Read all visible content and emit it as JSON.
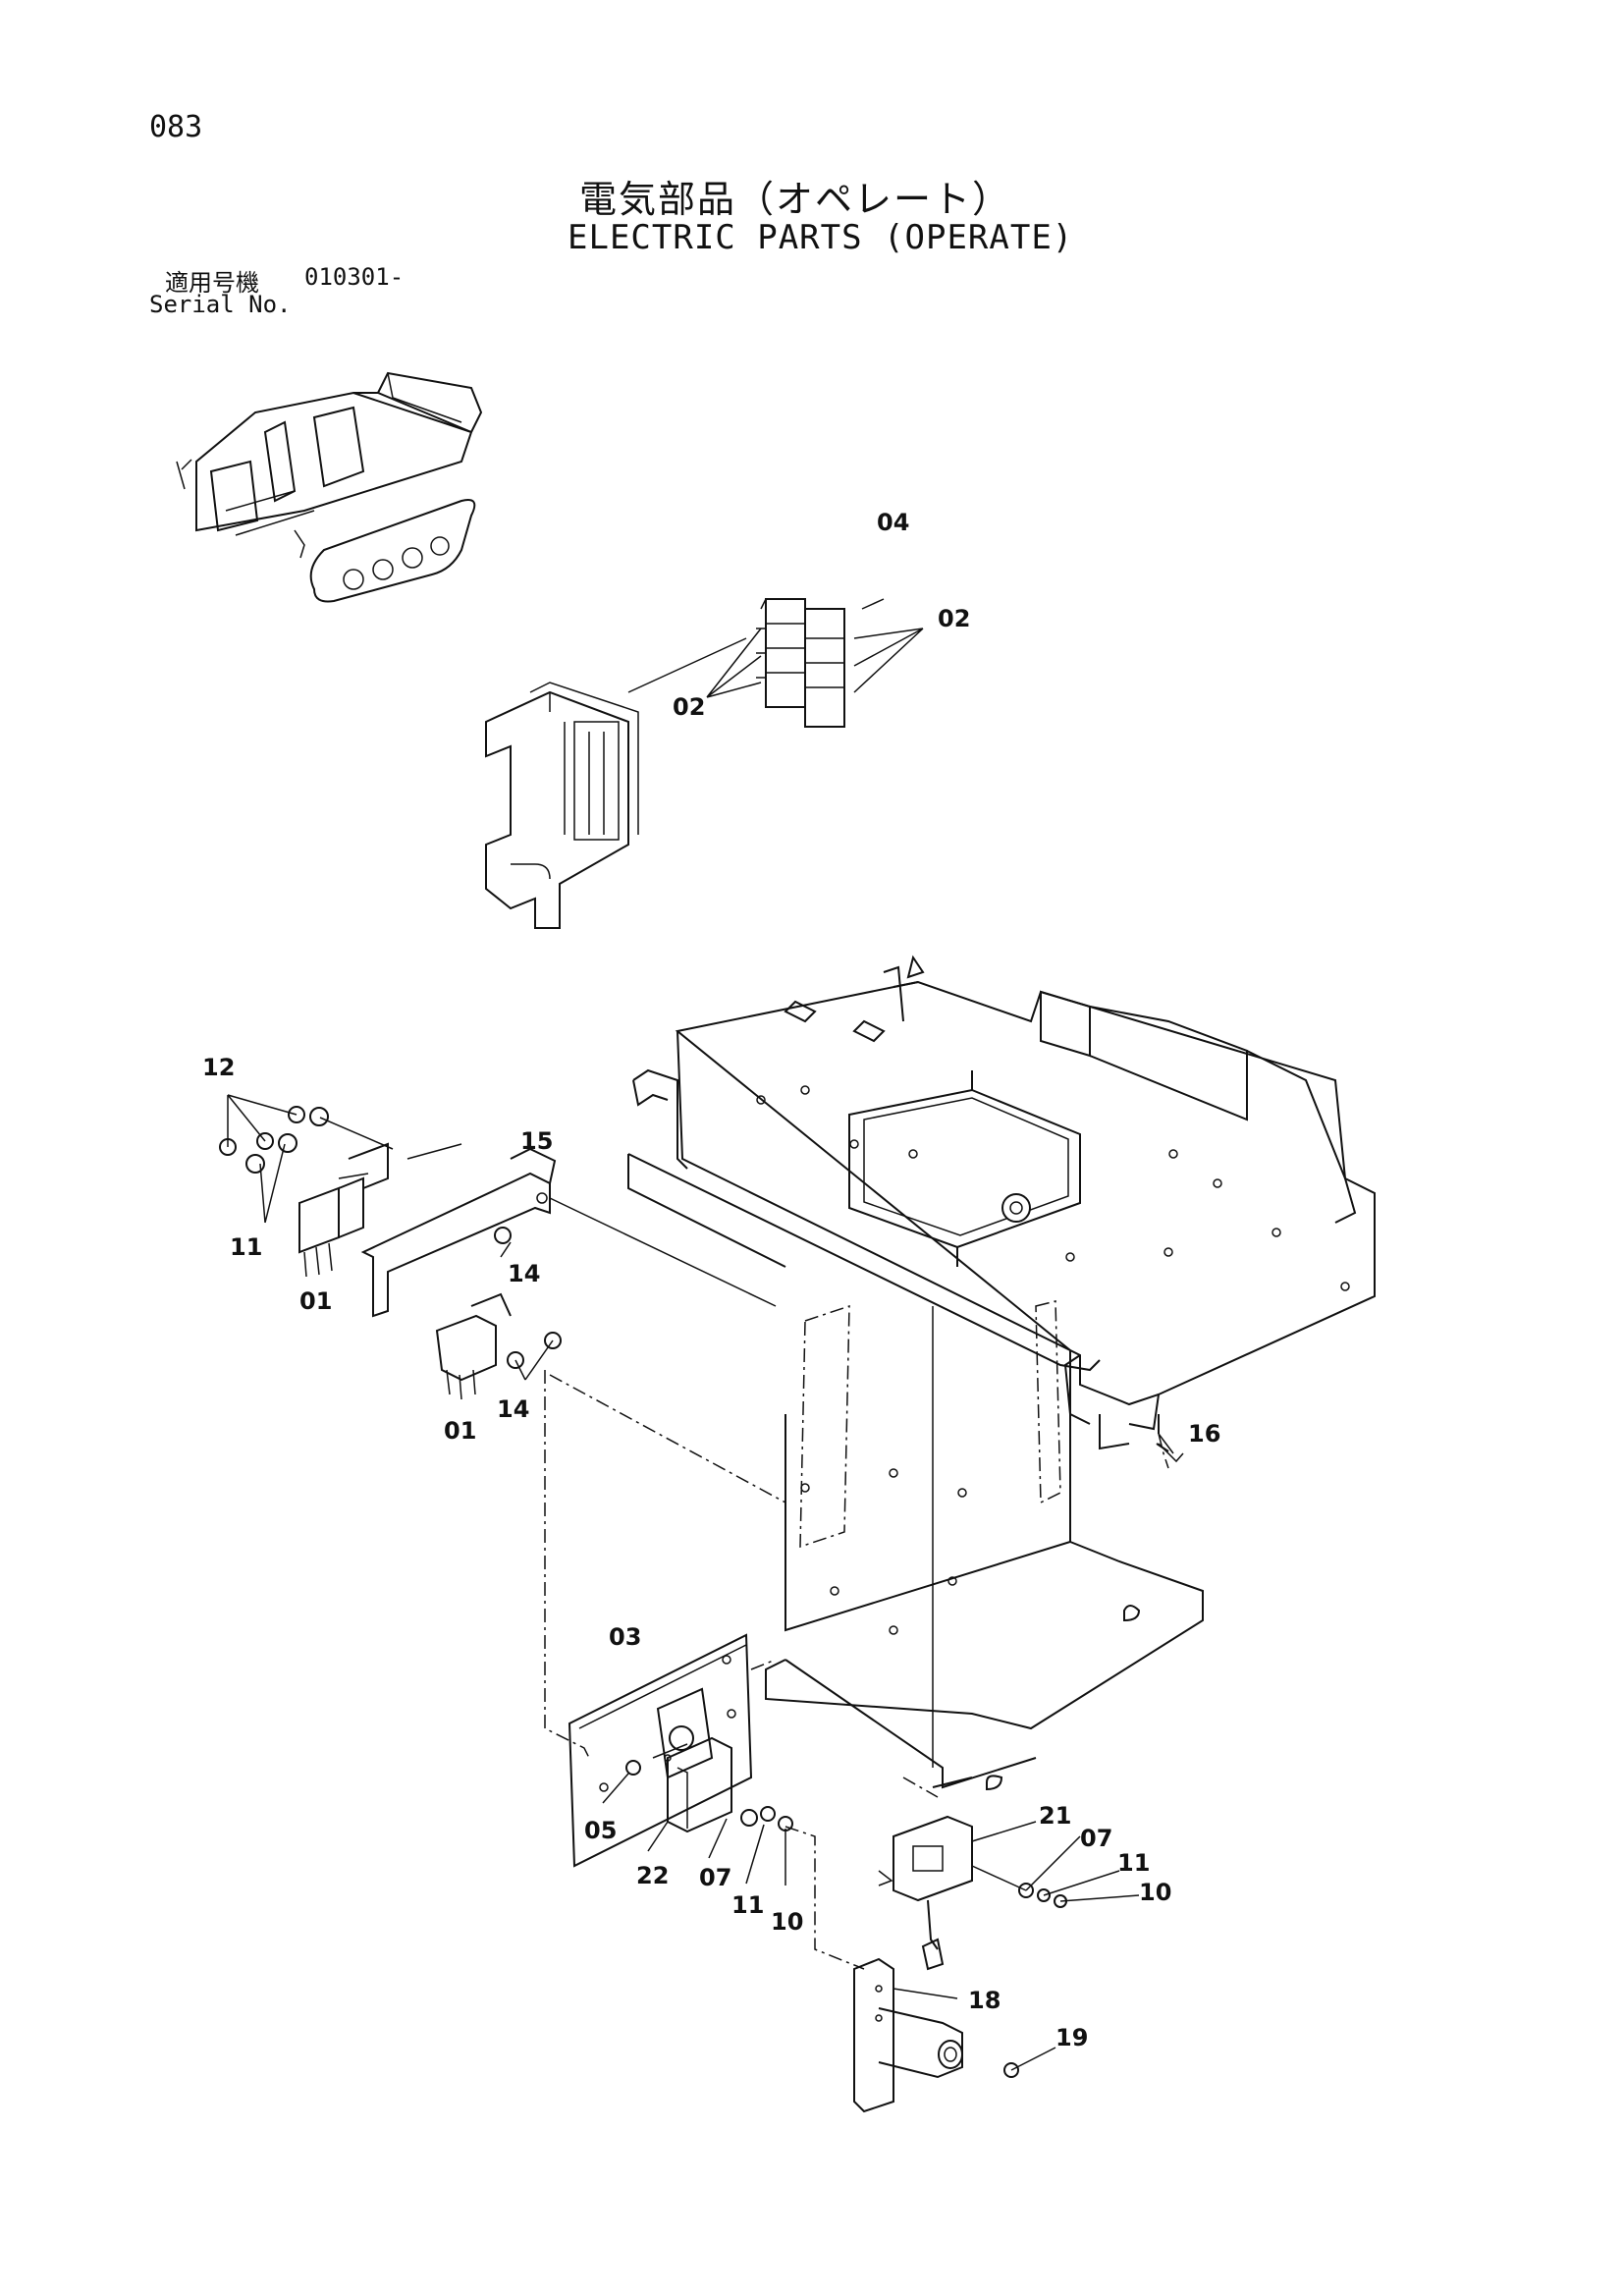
{
  "header": {
    "page_number": "083",
    "title_jp": "電気部品（オペレート）",
    "title_en": "ELECTRIC PARTS (OPERATE)",
    "serial_label_jp": "適用号機",
    "serial_label_en": "Serial No.",
    "serial_value": "010301-"
  },
  "callouts": {
    "c01a": "01",
    "c01b": "01",
    "c02a": "02",
    "c02b": "02",
    "c03": "03",
    "c04": "04",
    "c05": "05",
    "c07a": "07",
    "c07b": "07",
    "c10a": "10",
    "c10b": "10",
    "c11a": "11",
    "c11b": "11",
    "c11c": "11",
    "c12": "12",
    "c14a": "14",
    "c14b": "14",
    "c15": "15",
    "c16": "16",
    "c18": "18",
    "c19": "19",
    "c21": "21",
    "c22": "22"
  }
}
